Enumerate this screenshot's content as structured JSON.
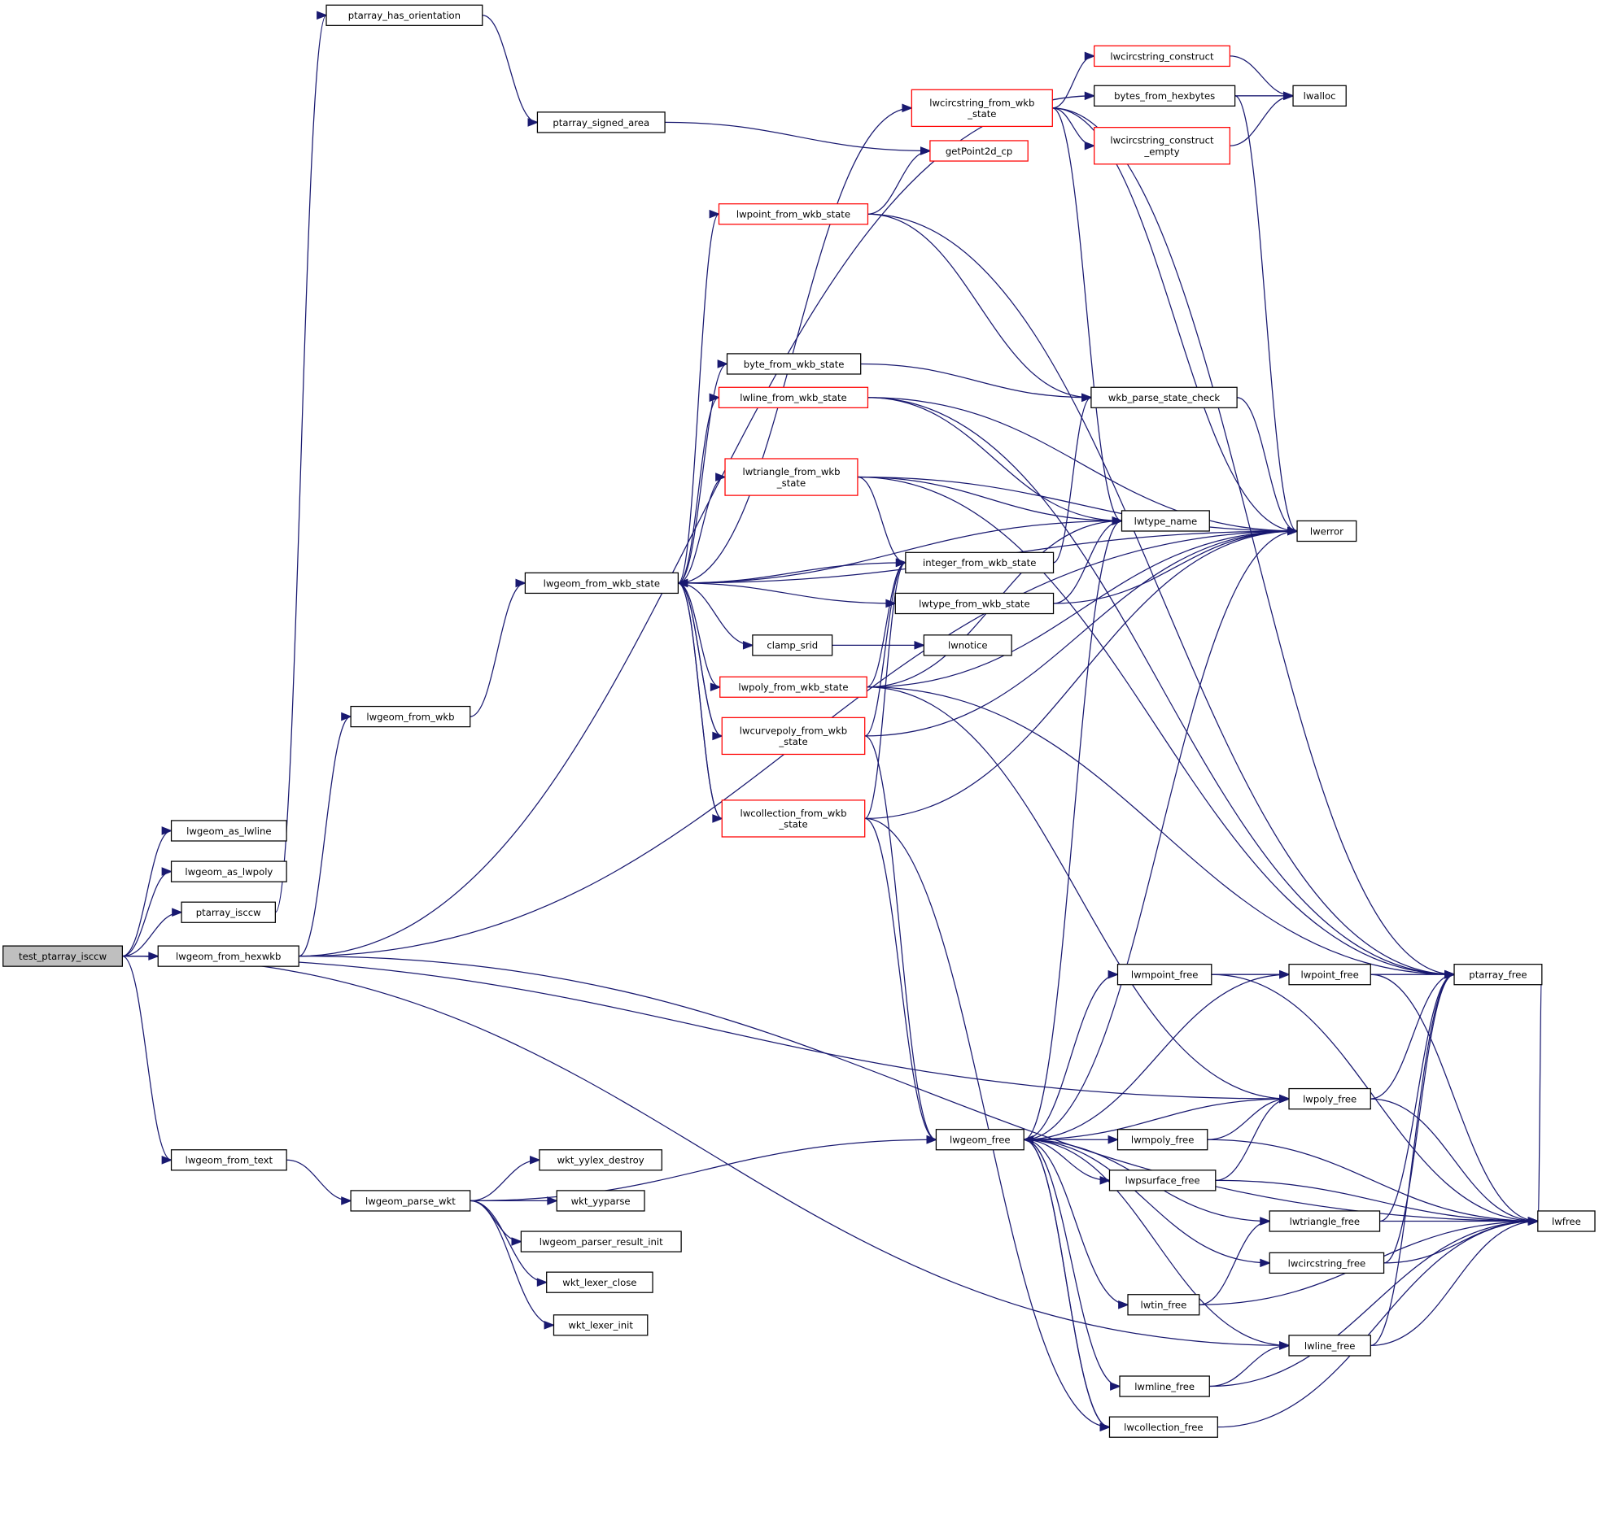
{
  "diagram": {
    "type": "call-graph",
    "colors": {
      "edge": "#191970",
      "node_border": "#000000",
      "truncated_node_border": "#ff0000",
      "root_fill": "#bfbfbf"
    },
    "nodes": [
      {
        "id": "test_ptarray_isccw",
        "lines": [
          "test_ptarray_isccw"
        ],
        "root": true
      },
      {
        "id": "lwgeom_as_lwline",
        "lines": [
          "lwgeom_as_lwline"
        ]
      },
      {
        "id": "lwgeom_as_lwpoly",
        "lines": [
          "lwgeom_as_lwpoly"
        ]
      },
      {
        "id": "ptarray_isccw",
        "lines": [
          "ptarray_isccw"
        ]
      },
      {
        "id": "lwgeom_from_hexwkb",
        "lines": [
          "lwgeom_from_hexwkb"
        ]
      },
      {
        "id": "lwgeom_from_text",
        "lines": [
          "lwgeom_from_text"
        ]
      },
      {
        "id": "ptarray_has_orientation",
        "lines": [
          "ptarray_has_orientation"
        ]
      },
      {
        "id": "ptarray_signed_area",
        "lines": [
          "ptarray_signed_area"
        ]
      },
      {
        "id": "lwgeom_from_wkb",
        "lines": [
          "lwgeom_from_wkb"
        ]
      },
      {
        "id": "lwgeom_from_wkb_state",
        "lines": [
          "lwgeom_from_wkb_state"
        ]
      },
      {
        "id": "lwgeom_parse_wkt",
        "lines": [
          "lwgeom_parse_wkt"
        ]
      },
      {
        "id": "wkt_yylex_destroy",
        "lines": [
          "wkt_yylex_destroy"
        ]
      },
      {
        "id": "wkt_yyparse",
        "lines": [
          "wkt_yyparse"
        ]
      },
      {
        "id": "lwgeom_parser_result_init",
        "lines": [
          "lwgeom_parser_result_init"
        ]
      },
      {
        "id": "wkt_lexer_close",
        "lines": [
          "wkt_lexer_close"
        ]
      },
      {
        "id": "wkt_lexer_init",
        "lines": [
          "wkt_lexer_init"
        ]
      },
      {
        "id": "lwcircstring_from_wkb_state",
        "lines": [
          "lwcircstring_from_wkb",
          "_state"
        ],
        "red": true
      },
      {
        "id": "getPoint2d_cp",
        "lines": [
          "getPoint2d_cp"
        ],
        "red": true
      },
      {
        "id": "lwpoint_from_wkb_state",
        "lines": [
          "lwpoint_from_wkb_state"
        ],
        "red": true
      },
      {
        "id": "byte_from_wkb_state",
        "lines": [
          "byte_from_wkb_state"
        ]
      },
      {
        "id": "lwline_from_wkb_state",
        "lines": [
          "lwline_from_wkb_state"
        ],
        "red": true
      },
      {
        "id": "lwtriangle_from_wkb_state",
        "lines": [
          "lwtriangle_from_wkb",
          "_state"
        ],
        "red": true
      },
      {
        "id": "integer_from_wkb_state",
        "lines": [
          "integer_from_wkb_state"
        ]
      },
      {
        "id": "lwtype_from_wkb_state",
        "lines": [
          "lwtype_from_wkb_state"
        ]
      },
      {
        "id": "clamp_srid",
        "lines": [
          "clamp_srid"
        ]
      },
      {
        "id": "lwnotice",
        "lines": [
          "lwnotice"
        ]
      },
      {
        "id": "lwpoly_from_wkb_state",
        "lines": [
          "lwpoly_from_wkb_state"
        ],
        "red": true
      },
      {
        "id": "lwcurvepoly_from_wkb_state",
        "lines": [
          "lwcurvepoly_from_wkb",
          "_state"
        ],
        "red": true
      },
      {
        "id": "lwcollection_from_wkb_state",
        "lines": [
          "lwcollection_from_wkb",
          "_state"
        ],
        "red": true
      },
      {
        "id": "lwcircstring_construct",
        "lines": [
          "lwcircstring_construct"
        ],
        "red": true
      },
      {
        "id": "bytes_from_hexbytes",
        "lines": [
          "bytes_from_hexbytes"
        ]
      },
      {
        "id": "lwcircstring_construct_empty",
        "lines": [
          "lwcircstring_construct",
          "_empty"
        ],
        "red": true
      },
      {
        "id": "lwalloc",
        "lines": [
          "lwalloc"
        ]
      },
      {
        "id": "wkb_parse_state_check",
        "lines": [
          "wkb_parse_state_check"
        ]
      },
      {
        "id": "lwtype_name",
        "lines": [
          "lwtype_name"
        ]
      },
      {
        "id": "lwerror",
        "lines": [
          "lwerror"
        ]
      },
      {
        "id": "lwgeom_free",
        "lines": [
          "lwgeom_free"
        ]
      },
      {
        "id": "lwmpoint_free",
        "lines": [
          "lwmpoint_free"
        ]
      },
      {
        "id": "lwpoint_free",
        "lines": [
          "lwpoint_free"
        ]
      },
      {
        "id": "ptarray_free",
        "lines": [
          "ptarray_free"
        ]
      },
      {
        "id": "lwpoly_free",
        "lines": [
          "lwpoly_free"
        ]
      },
      {
        "id": "lwmpoly_free",
        "lines": [
          "lwmpoly_free"
        ]
      },
      {
        "id": "lwpsurface_free",
        "lines": [
          "lwpsurface_free"
        ]
      },
      {
        "id": "lwtriangle_free",
        "lines": [
          "lwtriangle_free"
        ]
      },
      {
        "id": "lwcircstring_free",
        "lines": [
          "lwcircstring_free"
        ]
      },
      {
        "id": "lwtin_free",
        "lines": [
          "lwtin_free"
        ]
      },
      {
        "id": "lwline_free",
        "lines": [
          "lwline_free"
        ]
      },
      {
        "id": "lwmline_free",
        "lines": [
          "lwmline_free"
        ]
      },
      {
        "id": "lwcollection_free",
        "lines": [
          "lwcollection_free"
        ]
      },
      {
        "id": "lwfree",
        "lines": [
          "lwfree"
        ]
      }
    ],
    "edges": [
      [
        "test_ptarray_isccw",
        "lwgeom_as_lwline"
      ],
      [
        "test_ptarray_isccw",
        "lwgeom_as_lwpoly"
      ],
      [
        "test_ptarray_isccw",
        "ptarray_isccw"
      ],
      [
        "test_ptarray_isccw",
        "lwgeom_from_hexwkb"
      ],
      [
        "test_ptarray_isccw",
        "lwgeom_from_text"
      ],
      [
        "test_ptarray_isccw",
        "lwpoly_free"
      ],
      [
        "test_ptarray_isccw",
        "lwline_free"
      ],
      [
        "ptarray_isccw",
        "ptarray_has_orientation"
      ],
      [
        "ptarray_has_orientation",
        "ptarray_signed_area"
      ],
      [
        "ptarray_signed_area",
        "getPoint2d_cp"
      ],
      [
        "lwgeom_from_hexwkb",
        "bytes_from_hexbytes"
      ],
      [
        "lwgeom_from_hexwkb",
        "lwgeom_from_wkb"
      ],
      [
        "lwgeom_from_hexwkb",
        "lwerror"
      ],
      [
        "lwgeom_from_hexwkb",
        "lwfree"
      ],
      [
        "lwgeom_from_wkb",
        "lwgeom_from_wkb_state"
      ],
      [
        "lwgeom_from_text",
        "lwgeom_parse_wkt"
      ],
      [
        "lwgeom_parse_wkt",
        "lwgeom_free"
      ],
      [
        "lwgeom_parse_wkt",
        "wkt_yylex_destroy"
      ],
      [
        "lwgeom_parse_wkt",
        "wkt_yyparse"
      ],
      [
        "lwgeom_parse_wkt",
        "lwgeom_parser_result_init"
      ],
      [
        "lwgeom_parse_wkt",
        "wkt_lexer_close"
      ],
      [
        "lwgeom_parse_wkt",
        "wkt_lexer_init"
      ],
      [
        "lwgeom_from_wkb_state",
        "lwcircstring_from_wkb_state"
      ],
      [
        "lwgeom_from_wkb_state",
        "lwpoint_from_wkb_state"
      ],
      [
        "lwgeom_from_wkb_state",
        "byte_from_wkb_state"
      ],
      [
        "lwgeom_from_wkb_state",
        "lwline_from_wkb_state"
      ],
      [
        "lwgeom_from_wkb_state",
        "lwtriangle_from_wkb_state"
      ],
      [
        "lwgeom_from_wkb_state",
        "lwtype_name"
      ],
      [
        "lwgeom_from_wkb_state",
        "integer_from_wkb_state"
      ],
      [
        "lwgeom_from_wkb_state",
        "lwtype_from_wkb_state"
      ],
      [
        "lwgeom_from_wkb_state",
        "clamp_srid"
      ],
      [
        "lwgeom_from_wkb_state",
        "lwpoly_from_wkb_state"
      ],
      [
        "lwgeom_from_wkb_state",
        "lwcurvepoly_from_wkb_state"
      ],
      [
        "lwgeom_from_wkb_state",
        "lwcollection_from_wkb_state"
      ],
      [
        "lwgeom_from_wkb_state",
        "lwerror"
      ],
      [
        "lwcircstring_from_wkb_state",
        "lwcircstring_construct"
      ],
      [
        "lwcircstring_from_wkb_state",
        "lwcircstring_construct_empty"
      ],
      [
        "lwcircstring_from_wkb_state",
        "lwtype_name"
      ],
      [
        "lwcircstring_from_wkb_state",
        "lwerror"
      ],
      [
        "lwcircstring_from_wkb_state",
        "ptarray_free"
      ],
      [
        "lwcircstring_construct",
        "lwalloc"
      ],
      [
        "bytes_from_hexbytes",
        "lwalloc"
      ],
      [
        "bytes_from_hexbytes",
        "lwerror"
      ],
      [
        "lwcircstring_construct_empty",
        "lwalloc"
      ],
      [
        "lwpoint_from_wkb_state",
        "getPoint2d_cp"
      ],
      [
        "lwpoint_from_wkb_state",
        "wkb_parse_state_check"
      ],
      [
        "lwpoint_from_wkb_state",
        "ptarray_free"
      ],
      [
        "byte_from_wkb_state",
        "wkb_parse_state_check"
      ],
      [
        "lwline_from_wkb_state",
        "lwtype_name"
      ],
      [
        "lwline_from_wkb_state",
        "lwerror"
      ],
      [
        "lwline_from_wkb_state",
        "ptarray_free"
      ],
      [
        "lwtriangle_from_wkb_state",
        "lwtype_name"
      ],
      [
        "lwtriangle_from_wkb_state",
        "integer_from_wkb_state"
      ],
      [
        "lwtriangle_from_wkb_state",
        "lwerror"
      ],
      [
        "lwtriangle_from_wkb_state",
        "ptarray_free"
      ],
      [
        "integer_from_wkb_state",
        "wkb_parse_state_check"
      ],
      [
        "lwtype_from_wkb_state",
        "lwtype_name"
      ],
      [
        "lwtype_from_wkb_state",
        "lwerror"
      ],
      [
        "clamp_srid",
        "lwnotice"
      ],
      [
        "lwpoly_from_wkb_state",
        "integer_from_wkb_state"
      ],
      [
        "lwpoly_from_wkb_state",
        "lwtype_name"
      ],
      [
        "lwpoly_from_wkb_state",
        "lwerror"
      ],
      [
        "lwpoly_from_wkb_state",
        "ptarray_free"
      ],
      [
        "lwpoly_from_wkb_state",
        "lwpoly_free"
      ],
      [
        "lwcurvepoly_from_wkb_state",
        "lwgeom_from_wkb_state"
      ],
      [
        "lwcurvepoly_from_wkb_state",
        "integer_from_wkb_state"
      ],
      [
        "lwcurvepoly_from_wkb_state",
        "lwerror"
      ],
      [
        "lwcurvepoly_from_wkb_state",
        "lwgeom_free"
      ],
      [
        "lwcollection_from_wkb_state",
        "lwgeom_from_wkb_state"
      ],
      [
        "lwcollection_from_wkb_state",
        "integer_from_wkb_state"
      ],
      [
        "lwcollection_from_wkb_state",
        "lwerror"
      ],
      [
        "lwcollection_from_wkb_state",
        "lwgeom_free"
      ],
      [
        "lwcollection_from_wkb_state",
        "lwcollection_free"
      ],
      [
        "wkb_parse_state_check",
        "lwerror"
      ],
      [
        "lwgeom_free",
        "lwerror"
      ],
      [
        "lwgeom_free",
        "lwtype_name"
      ],
      [
        "lwgeom_free",
        "lwmpoint_free"
      ],
      [
        "lwgeom_free",
        "lwpoint_free"
      ],
      [
        "lwgeom_free",
        "lwpoly_free"
      ],
      [
        "lwgeom_free",
        "lwmpoly_free"
      ],
      [
        "lwgeom_free",
        "lwpsurface_free"
      ],
      [
        "lwgeom_free",
        "lwtriangle_free"
      ],
      [
        "lwgeom_free",
        "lwcircstring_free"
      ],
      [
        "lwgeom_free",
        "lwtin_free"
      ],
      [
        "lwgeom_free",
        "lwline_free"
      ],
      [
        "lwgeom_free",
        "lwmline_free"
      ],
      [
        "lwgeom_free",
        "lwcollection_free"
      ],
      [
        "lwcollection_free",
        "lwgeom_free"
      ],
      [
        "lwcollection_free",
        "lwfree"
      ],
      [
        "lwmpoint_free",
        "lwpoint_free"
      ],
      [
        "lwmpoint_free",
        "lwfree"
      ],
      [
        "lwpoint_free",
        "ptarray_free"
      ],
      [
        "lwpoint_free",
        "lwfree"
      ],
      [
        "ptarray_free",
        "lwfree"
      ],
      [
        "lwpoly_free",
        "ptarray_free"
      ],
      [
        "lwpoly_free",
        "lwfree"
      ],
      [
        "lwmpoly_free",
        "lwpoly_free"
      ],
      [
        "lwmpoly_free",
        "lwfree"
      ],
      [
        "lwpsurface_free",
        "lwpoly_free"
      ],
      [
        "lwpsurface_free",
        "lwfree"
      ],
      [
        "lwtriangle_free",
        "ptarray_free"
      ],
      [
        "lwtriangle_free",
        "lwfree"
      ],
      [
        "lwcircstring_free",
        "ptarray_free"
      ],
      [
        "lwcircstring_free",
        "lwfree"
      ],
      [
        "lwtin_free",
        "lwtriangle_free"
      ],
      [
        "lwtin_free",
        "lwfree"
      ],
      [
        "lwline_free",
        "ptarray_free"
      ],
      [
        "lwline_free",
        "lwfree"
      ],
      [
        "lwmline_free",
        "lwline_free"
      ],
      [
        "lwmline_free",
        "lwfree"
      ]
    ]
  }
}
